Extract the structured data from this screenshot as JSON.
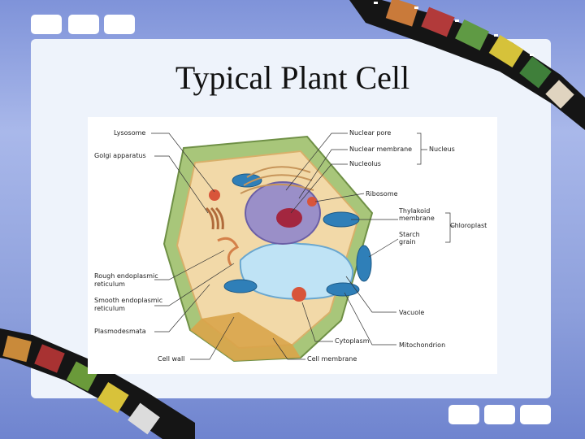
{
  "slide": {
    "title": "Typical Plant Cell"
  },
  "diagram": {
    "labels": {
      "lysosome": "Lysosome",
      "golgi": "Golgi apparatus",
      "rough_er_1": "Rough endoplasmic",
      "rough_er_2": "reticulum",
      "smooth_er_1": "Smooth endoplasmic",
      "smooth_er_2": "reticulum",
      "plasmodesmata": "Plasmodesmata",
      "cell_wall": "Cell wall",
      "nuclear_pore": "Nuclear pore",
      "nuclear_membrane": "Nuclear membrane",
      "nucleolus": "Nucleolus",
      "nucleus": "Nucleus",
      "ribosome": "Ribosome",
      "thylakoid_1": "Thylakoid",
      "thylakoid_2": "membrane",
      "chloroplast": "Chloroplast",
      "starch_1": "Starch",
      "starch_2": "grain",
      "vacuole": "Vacuole",
      "cytoplasm": "Cytoplasm",
      "mitochondrion": "Mitochondrion",
      "cell_membrane": "Cell membrane"
    }
  },
  "colors": {
    "background": "#8ea0dc",
    "panel": "#eef3fb",
    "cell_wall": "#a8c67a",
    "cytoplasm": "#f2d9a8",
    "vacuole": "#bfe3f5",
    "nucleus": "#9a8fc8",
    "chloroplast": "#2f7fb8",
    "film": "#151515"
  }
}
